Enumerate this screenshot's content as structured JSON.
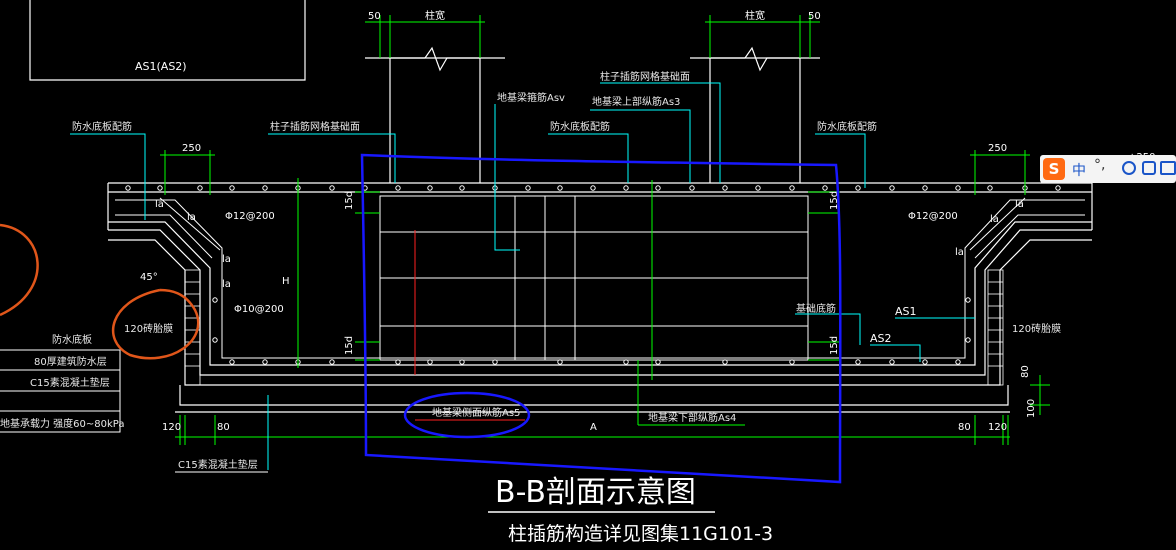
{
  "drawing": {
    "top_left_box_label": "AS1(AS2)",
    "dim_50_left": "50",
    "dim_50_right": "50",
    "col_width_left": "柱宽",
    "col_width_right": "柱宽",
    "col_side_note_right": "柱子插筋网格基础面",
    "col_side_note_left": "柱子插筋网格基础面",
    "stirrup_label": "地基梁箍筋Asv",
    "top_bar_label": "地基梁上部纵筋As3",
    "wp_left_mid": "防水底板配筋",
    "wp_right": "防水底板配筋",
    "wp_left": "防水底板配筋",
    "dim_250_left": "250",
    "dim_250_right": "250",
    "dim_250_right_partial": "+250",
    "la1": "la",
    "la2": "la",
    "la3": "la",
    "la4": "la",
    "la5": "la",
    "la6": "la",
    "la7": "la",
    "phi12_left": "Φ12@200",
    "phi12_right": "Φ12@200",
    "phi10": "Φ10@200",
    "h_label": "H",
    "angle45": "45°",
    "d15_1": "15d",
    "d15_2": "15d",
    "d15_3": "15d",
    "d15_4": "15d",
    "brick_left": "120砖胎膜",
    "brick_right": "120砖胎膜",
    "base_bar_label": "基础底筋",
    "as1": "AS1",
    "as2": "AS2",
    "legend_title": "防水底板",
    "legend_1": "80厚建筑防水层",
    "legend_2": "C15素混凝土垫层",
    "legend_3": "地基承载力 强度60~80kPa",
    "side_bar_label": "地基梁侧面纵筋As5",
    "bottom_bar_label": "地基梁下部纵筋As4",
    "dim_120_left": "120",
    "dim_80_left": "80",
    "dim_a": "A",
    "dim_80_right": "80",
    "dim_120_right": "120",
    "dim_80_v": "80",
    "dim_100_v": "100",
    "c15_label": "C15素混凝土垫层",
    "title": "B-B剖面示意图",
    "subtitle": "柱插筋构造详见图集11G101-3"
  },
  "ime": {
    "zh_label": "中",
    "punct_label": "°,"
  },
  "colors": {
    "background": "#000000",
    "concrete": "#ffffff",
    "dimension": "#00ff00",
    "leader": "#00ffff",
    "rebar": "#ffffff",
    "annotation_blue": "#1010ff",
    "annotation_orange": "#e0561a",
    "side_rebar": "#ff2020"
  }
}
